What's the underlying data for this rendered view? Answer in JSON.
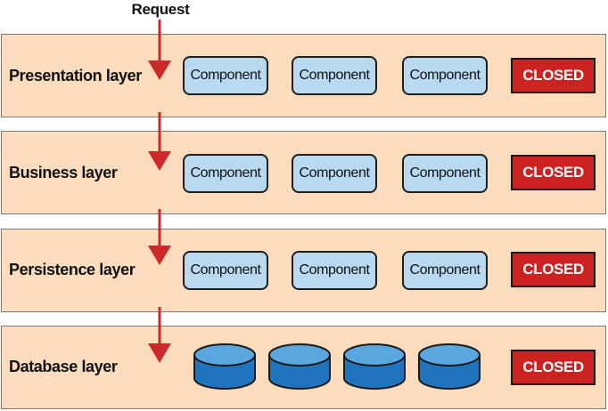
{
  "request_label": "Request",
  "layers": [
    {
      "label": "Presentation layer",
      "components": [
        "Component",
        "Component",
        "Component"
      ],
      "status": "CLOSED"
    },
    {
      "label": "Business layer",
      "components": [
        "Component",
        "Component",
        "Component"
      ],
      "status": "CLOSED"
    },
    {
      "label": "Persistence layer",
      "components": [
        "Component",
        "Component",
        "Component"
      ],
      "status": "CLOSED"
    },
    {
      "label": "Database layer",
      "databases": 4,
      "status": "CLOSED"
    }
  ],
  "colors": {
    "layer_fill": "#fbdcbd",
    "component_fill": "#b9d9f1",
    "closed_fill": "#cc2222",
    "arrow": "#cc2a2a",
    "database_fill": "#1f74bd",
    "database_top": "#5aa6df"
  }
}
